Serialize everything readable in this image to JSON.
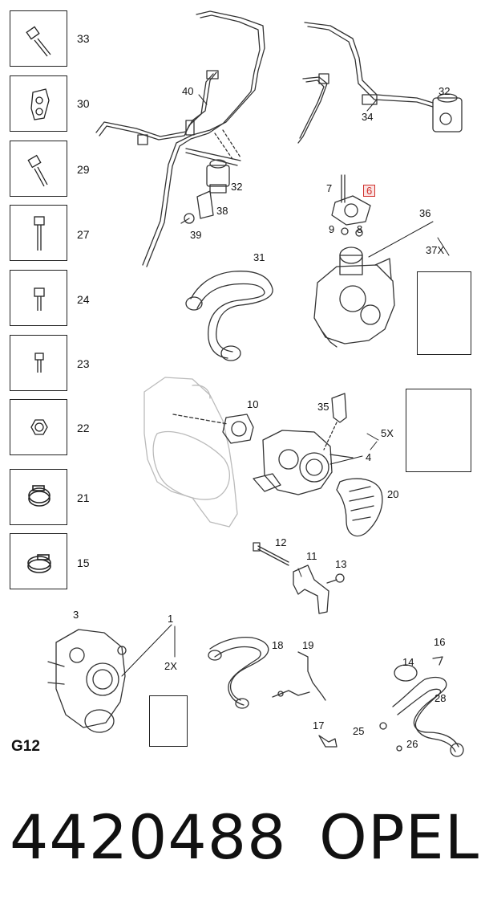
{
  "section_label": "G12",
  "part_number": "4420488",
  "brand": "OPEL",
  "highlighted_callout": "6",
  "highlight_color": "#d0312d",
  "side_parts": [
    {
      "label": "33",
      "icon": "bolt-icon"
    },
    {
      "label": "30",
      "icon": "bracket-icon"
    },
    {
      "label": "29",
      "icon": "bolt-icon"
    },
    {
      "label": "27",
      "icon": "bolt-icon"
    },
    {
      "label": "24",
      "icon": "bolt-icon"
    },
    {
      "label": "23",
      "icon": "bolt-icon"
    },
    {
      "label": "22",
      "icon": "nut-icon"
    },
    {
      "label": "21",
      "icon": "hose-clamp-icon"
    },
    {
      "label": "15",
      "icon": "hose-clamp-icon"
    }
  ],
  "callouts": [
    "40",
    "32",
    "34",
    "32",
    "38",
    "39",
    "7",
    "6",
    "9",
    "8",
    "36",
    "37X",
    "31",
    "10",
    "35",
    "5X",
    "4",
    "20",
    "12",
    "11",
    "13",
    "3",
    "1",
    "2X",
    "18",
    "19",
    "16",
    "14",
    "28",
    "17",
    "25",
    "26"
  ]
}
